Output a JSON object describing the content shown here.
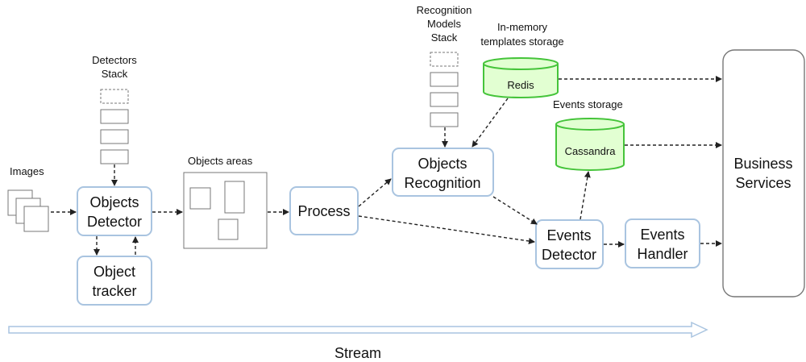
{
  "labels": {
    "images": "Images",
    "detectors_stack": [
      "Detectors",
      "Stack"
    ],
    "objects_areas": "Objects areas",
    "recognition_models_stack": [
      "Recognition",
      "Models",
      "Stack"
    ],
    "inmemory_storage": [
      "In-memory",
      "templates storage"
    ],
    "events_storage": "Events storage",
    "stream": "Stream"
  },
  "nodes": {
    "objects_detector": [
      "Objects",
      "Detector"
    ],
    "object_tracker": [
      "Object",
      "tracker"
    ],
    "process": [
      "Process"
    ],
    "objects_recognition": [
      "Objects",
      "Recognition"
    ],
    "events_detector": [
      "Events",
      "Detector"
    ],
    "events_handler": [
      "Events",
      "Handler"
    ],
    "business_services": [
      "Business",
      "Services"
    ],
    "redis": "Redis",
    "cassandra": "Cassandra"
  },
  "colors": {
    "node_border": "#a9c4e0",
    "db_fill": "#e2ffd2",
    "db_stroke": "#45c43a",
    "stream_arrow": "#a9c4e0"
  }
}
